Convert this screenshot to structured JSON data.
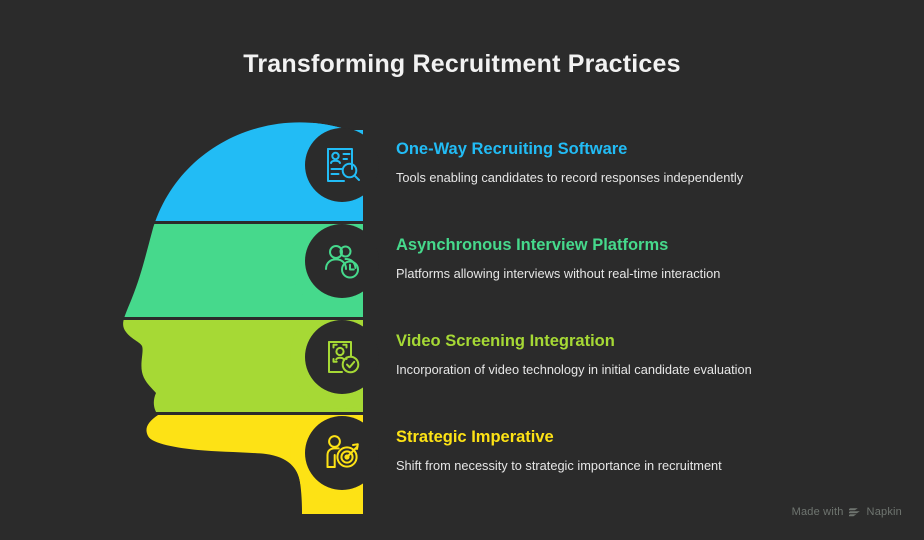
{
  "header": {
    "title": "Transforming Recruitment Practices"
  },
  "theme": {
    "background": "#2b2b2b",
    "title_color": "#f2f2f2",
    "description_color": "#e6e6e6"
  },
  "sections": [
    {
      "id": "one-way-recruiting-software",
      "title": "One-Way Recruiting Software",
      "description": "Tools enabling candidates to record responses independently",
      "color": "#22bcf5",
      "icon": "resume-search-icon"
    },
    {
      "id": "asynchronous-interview-platforms",
      "title": "Asynchronous Interview Platforms",
      "description": "Platforms allowing interviews without real-time interaction",
      "color": "#46d98c",
      "icon": "people-clock-icon"
    },
    {
      "id": "video-screening-integration",
      "title": "Video Screening Integration",
      "description": "Incorporation of video technology in initial candidate evaluation",
      "color": "#a6d935",
      "icon": "video-screen-check-icon"
    },
    {
      "id": "strategic-imperative",
      "title": "Strategic Imperative",
      "description": "Shift from necessity to strategic importance in recruitment",
      "color": "#fde215",
      "icon": "person-target-icon"
    }
  ],
  "graphic": {
    "name": "head-profile-silhouette",
    "bands": [
      {
        "color": "#22bcf5"
      },
      {
        "color": "#46d98c"
      },
      {
        "color": "#a6d935"
      },
      {
        "color": "#fde215"
      }
    ]
  },
  "watermark": {
    "prefix": "Made with",
    "brand": "Napkin",
    "color": "#6f7570"
  }
}
